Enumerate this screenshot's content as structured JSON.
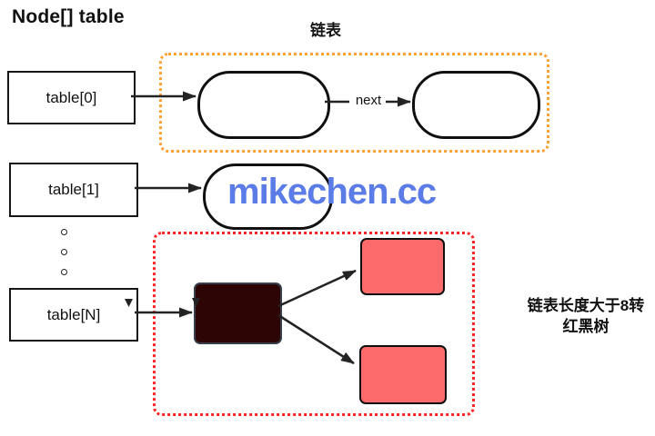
{
  "title": "Node[] table",
  "linked_list_section": {
    "label": "链表",
    "next_label": "next"
  },
  "buckets": [
    {
      "label": "table[0]"
    },
    {
      "label": "table[1]"
    },
    {
      "label": "table[N]"
    }
  ],
  "tree_section": {
    "note_line1": "链表长度大于8转",
    "note_line2": "红黑树"
  },
  "watermark": "mikechen.cc",
  "colors": {
    "orange_border": "#FFA033",
    "red_border": "#FF2525",
    "leaf_fill": "#FC6B6B",
    "root_fill": "#2E0505",
    "root_border": "#39404D",
    "watermark": "#5B7CE6",
    "stroke": "#232323"
  }
}
